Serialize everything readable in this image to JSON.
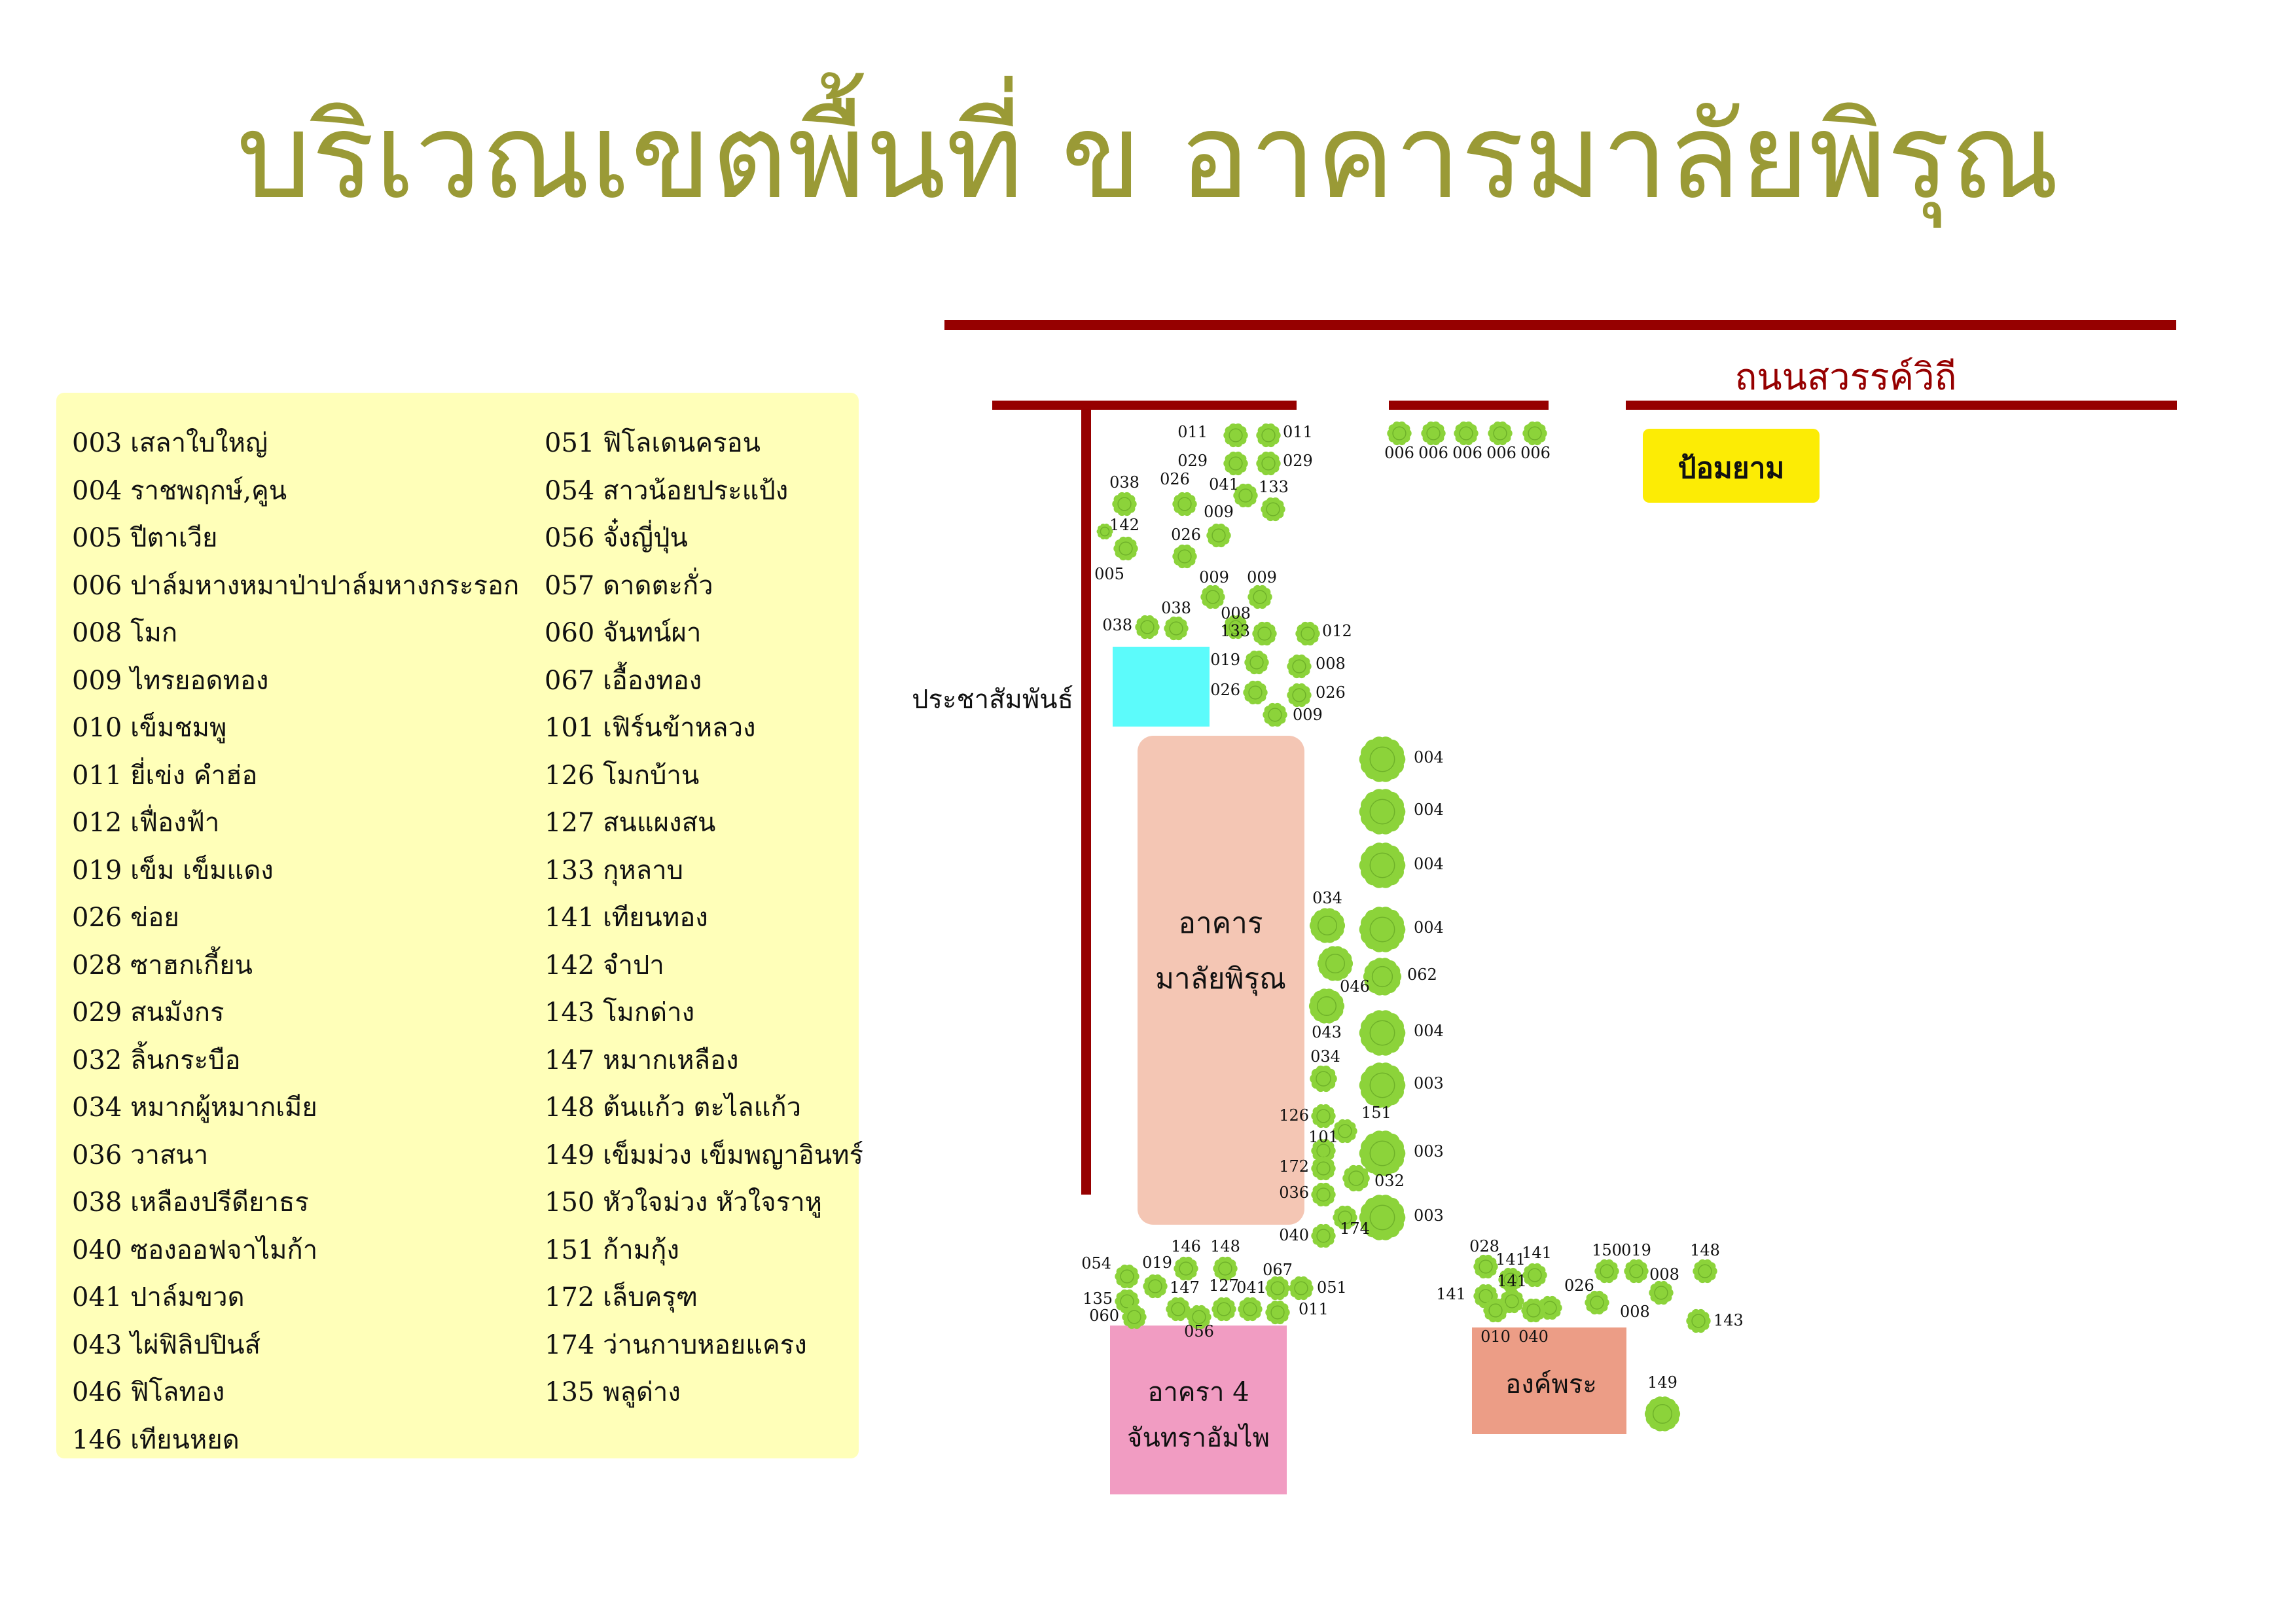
{
  "title": "บริเวณเขตพื้นที่ ข อาคารมาลัยพิรุณ",
  "legend": {
    "left": [
      "003 เสลาใบใหญ่",
      "004 ราชพฤกษ์,คูน",
      "005 ปีตาเวีย",
      "006 ปาล์มหางหมาป่าปาล์มหางกระรอก",
      "008 โมก",
      "009 ไทรยอดทอง",
      "010 เข็มชมพู",
      "011 ยี่เข่ง คำฮ่อ",
      "012 เฟื่องฟ้า",
      "019 เข็ม เข็มแดง",
      "026 ข่อย",
      "028 ซาฮกเกี้ยน",
      "029 สนมังกร",
      "032 ลิ้นกระบือ",
      "034 หมากผู้หมากเมีย",
      "036 วาสนา",
      "038 เหลืองปรีดียาธร",
      "040 ซองออฟจาไมก้า",
      "041 ปาล์มขวด",
      "043 ไผ่ฟิลิปปินส์",
      "046 ฟิโลทอง",
      "146 เทียนหยด"
    ],
    "right": [
      "051 ฟิโลเดนครอน",
      "054 สาวน้อยประแป้ง",
      "056 จั๋งญี่ปุ่น",
      "057 ดาดตะกั่ว",
      "060 จันทน์ผา",
      "067 เอื้องทอง",
      "101 เฟิร์นข้าหลวง",
      "126 โมกบ้าน",
      "127 สนแผงสน",
      "133 กุหลาบ",
      "141 เทียนทอง",
      "142 จำปา",
      "143 โมกด่าง",
      "147 หมากเหลือง",
      "148 ต้นแก้ว ตะไลแก้ว",
      "149 เข็มม่วง เข็มพญาอินทร์",
      "150 หัวใจม่วง หัวใจราหู",
      "151 ก้ามกุ้ง",
      "172 เล็บครุฑ",
      "174 ว่านกาบหอยแครง",
      "135 พลูด่าง"
    ]
  },
  "map": {
    "road_name": "ถนนสวรรค์วิถี",
    "side_road_name": "ประชาสัมพันธ์",
    "guard_booth": "ป้อมยาม",
    "building_main": [
      "อาคาร",
      "มาลัยพิรุณ"
    ],
    "building_4": [
      "อาครา 4",
      "จันทราอัมไพ"
    ],
    "shrine": "องค์พระ",
    "colors": {
      "road": "#960000",
      "tree": "#8cd33a",
      "main_building": "#f4c6b4",
      "building_4": "#f19cc2",
      "shrine": "#ec9d86",
      "pool": "#5cfbfb",
      "guard_booth": "#fcec05",
      "title": "#9a9a36",
      "legend_bg": "#ffffb9"
    },
    "trees": [
      {
        "code": "011",
        "label": "011"
      },
      {
        "code": "011",
        "label": "011"
      },
      {
        "code": "029",
        "label": "029"
      },
      {
        "code": "029",
        "label": "029"
      },
      {
        "code": "038",
        "label": "038"
      },
      {
        "code": "026",
        "label": "026"
      },
      {
        "code": "041",
        "label": "041"
      },
      {
        "code": "133",
        "label": "133"
      },
      {
        "code": "009",
        "label": "009"
      },
      {
        "code": "142",
        "label": "142"
      },
      {
        "code": "026",
        "label": "026"
      },
      {
        "code": "005",
        "label": "005"
      },
      {
        "code": "009",
        "label": "009"
      },
      {
        "code": "009",
        "label": "009"
      },
      {
        "code": "008",
        "label": "008"
      },
      {
        "code": "038",
        "label": "038"
      },
      {
        "code": "038",
        "label": "038"
      },
      {
        "code": "133",
        "label": "133"
      },
      {
        "code": "012",
        "label": "012"
      },
      {
        "code": "019",
        "label": "019"
      },
      {
        "code": "008",
        "label": "008"
      },
      {
        "code": "026",
        "label": "026"
      },
      {
        "code": "026",
        "label": "026"
      },
      {
        "code": "009",
        "label": "009"
      },
      {
        "code": "006",
        "label": "006"
      },
      {
        "code": "006",
        "label": "006"
      },
      {
        "code": "006",
        "label": "006"
      },
      {
        "code": "006",
        "label": "006"
      },
      {
        "code": "006",
        "label": "006"
      },
      {
        "code": "004",
        "label": "004"
      },
      {
        "code": "004",
        "label": "004"
      },
      {
        "code": "004",
        "label": "004"
      },
      {
        "code": "034",
        "label": "034"
      },
      {
        "code": "004",
        "label": "004"
      },
      {
        "code": "062",
        "label": "062"
      },
      {
        "code": "046",
        "label": "046"
      },
      {
        "code": "043",
        "label": "043"
      },
      {
        "code": "004",
        "label": "004"
      },
      {
        "code": "034",
        "label": "034"
      },
      {
        "code": "003",
        "label": "003"
      },
      {
        "code": "126",
        "label": "126"
      },
      {
        "code": "151",
        "label": "151"
      },
      {
        "code": "101",
        "label": "101"
      },
      {
        "code": "003",
        "label": "003"
      },
      {
        "code": "172",
        "label": "172"
      },
      {
        "code": "032",
        "label": "032"
      },
      {
        "code": "036",
        "label": "036"
      },
      {
        "code": "003",
        "label": "003"
      },
      {
        "code": "040",
        "label": "040"
      },
      {
        "code": "174",
        "label": "174"
      },
      {
        "code": "146",
        "label": "146"
      },
      {
        "code": "148",
        "label": "148"
      },
      {
        "code": "054",
        "label": "054"
      },
      {
        "code": "019",
        "label": "019"
      },
      {
        "code": "067",
        "label": "067"
      },
      {
        "code": "147",
        "label": "147"
      },
      {
        "code": "127",
        "label": "127"
      },
      {
        "code": "041",
        "label": "041"
      },
      {
        "code": "051",
        "label": "051"
      },
      {
        "code": "135",
        "label": "135"
      },
      {
        "code": "011",
        "label": "011"
      },
      {
        "code": "060",
        "label": "060"
      },
      {
        "code": "056",
        "label": "056"
      },
      {
        "code": "028",
        "label": "028"
      },
      {
        "code": "141",
        "label": "141"
      },
      {
        "code": "141",
        "label": "141"
      },
      {
        "code": "150",
        "label": "150"
      },
      {
        "code": "019",
        "label": "019"
      },
      {
        "code": "148",
        "label": "148"
      },
      {
        "code": "141",
        "label": "141"
      },
      {
        "code": "141",
        "label": "141"
      },
      {
        "code": "026",
        "label": "026"
      },
      {
        "code": "008",
        "label": "008"
      },
      {
        "code": "008",
        "label": "008"
      },
      {
        "code": "143",
        "label": "143"
      },
      {
        "code": "010",
        "label": "010"
      },
      {
        "code": "040",
        "label": "040"
      },
      {
        "code": "149",
        "label": "149"
      }
    ]
  }
}
